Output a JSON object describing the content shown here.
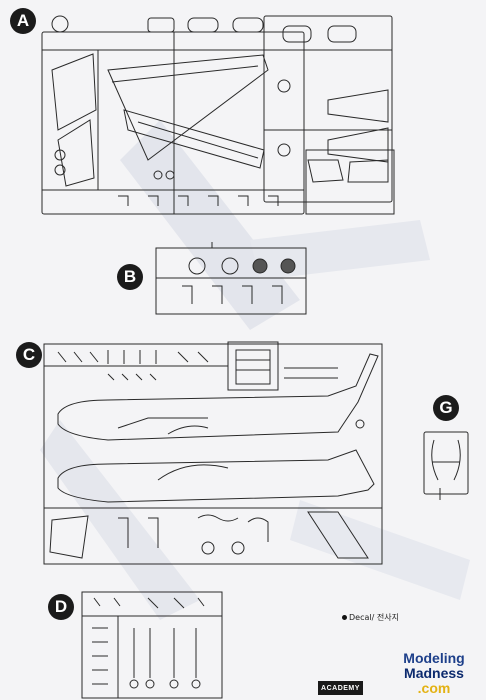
{
  "sprues": [
    {
      "label": "A"
    },
    {
      "label": "B"
    },
    {
      "label": "C"
    },
    {
      "label": "G"
    },
    {
      "label": "D"
    }
  ],
  "decal_note": "Decal/ 전사지",
  "brand": "ACADEMY",
  "watermark": {
    "line1": "Modeling",
    "line2": "Madness",
    "line3": ".com"
  },
  "colors": {
    "line": "#2a2a2a",
    "ghost": "#dde0e8",
    "badge": "#1b1b1b",
    "wm_blue": "#1d3f8a",
    "wm_gold": "#e3b214"
  }
}
